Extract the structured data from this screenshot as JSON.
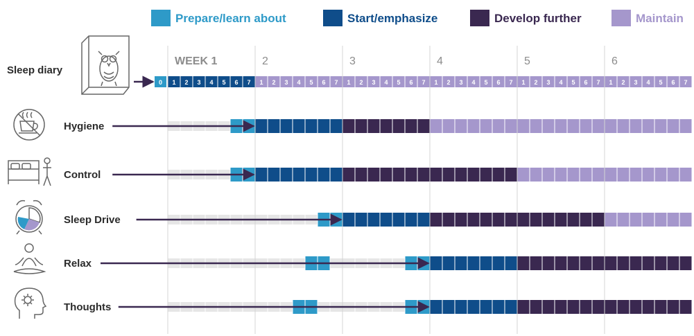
{
  "colors": {
    "prepare": "#2e9ac8",
    "start": "#0f4d8a",
    "develop": "#3a2850",
    "maintain": "#a597cc",
    "track": "#e6e6e6",
    "arrow": "#3a2850",
    "icon_stroke": "#666666",
    "gridline": "#d4d4d4"
  },
  "legend": [
    {
      "key": "prepare",
      "label": "Prepare/learn about"
    },
    {
      "key": "start",
      "label": "Start/emphasize"
    },
    {
      "key": "develop",
      "label": "Develop further"
    },
    {
      "key": "maintain",
      "label": "Maintain"
    }
  ],
  "timeline": {
    "weeks": [
      "WEEK 1",
      "2",
      "3",
      "4",
      "5",
      "6"
    ],
    "days_per_week": 7,
    "start_day": "0",
    "day_labels": [
      "1",
      "2",
      "3",
      "4",
      "5",
      "6",
      "7"
    ]
  },
  "sleep_diary": {
    "label": "Sleep diary",
    "icon": "owl-book-icon"
  },
  "rows": [
    {
      "label": "Hygiene",
      "icon": "no-coffee-icon",
      "phases": [
        {
          "phase": "prepare",
          "from_day": 6,
          "to_day": 7
        },
        {
          "phase": "start",
          "from_day": 8,
          "to_day": 14
        },
        {
          "phase": "develop",
          "from_day": 15,
          "to_day": 21
        },
        {
          "phase": "maintain",
          "from_day": 22,
          "to_day": 42
        }
      ],
      "arrow_to_day": 7
    },
    {
      "label": "Control",
      "icon": "bed-person-icon",
      "phases": [
        {
          "phase": "prepare",
          "from_day": 6,
          "to_day": 7
        },
        {
          "phase": "start",
          "from_day": 8,
          "to_day": 14
        },
        {
          "phase": "develop",
          "from_day": 15,
          "to_day": 28
        },
        {
          "phase": "maintain",
          "from_day": 29,
          "to_day": 42
        }
      ],
      "arrow_to_day": 7
    },
    {
      "label": "Sleep Drive",
      "icon": "alarm-clock-icon",
      "phases": [
        {
          "phase": "prepare",
          "from_day": 13,
          "to_day": 14
        },
        {
          "phase": "start",
          "from_day": 15,
          "to_day": 21
        },
        {
          "phase": "develop",
          "from_day": 22,
          "to_day": 35
        },
        {
          "phase": "maintain",
          "from_day": 36,
          "to_day": 42
        }
      ],
      "arrow_to_day": 14
    },
    {
      "label": "Relax",
      "icon": "meditation-icon",
      "phases": [
        {
          "phase": "prepare",
          "from_day": 12,
          "to_day": 13
        },
        {
          "phase": "prepare",
          "from_day": 20,
          "to_day": 21
        },
        {
          "phase": "start",
          "from_day": 22,
          "to_day": 28
        },
        {
          "phase": "develop",
          "from_day": 29,
          "to_day": 42
        }
      ],
      "arrow_to_day": 21
    },
    {
      "label": "Thoughts",
      "icon": "head-gear-icon",
      "phases": [
        {
          "phase": "prepare",
          "from_day": 11,
          "to_day": 12
        },
        {
          "phase": "prepare",
          "from_day": 20,
          "to_day": 21
        },
        {
          "phase": "start",
          "from_day": 22,
          "to_day": 28
        },
        {
          "phase": "develop",
          "from_day": 29,
          "to_day": 42
        }
      ],
      "arrow_to_day": 21
    }
  ]
}
